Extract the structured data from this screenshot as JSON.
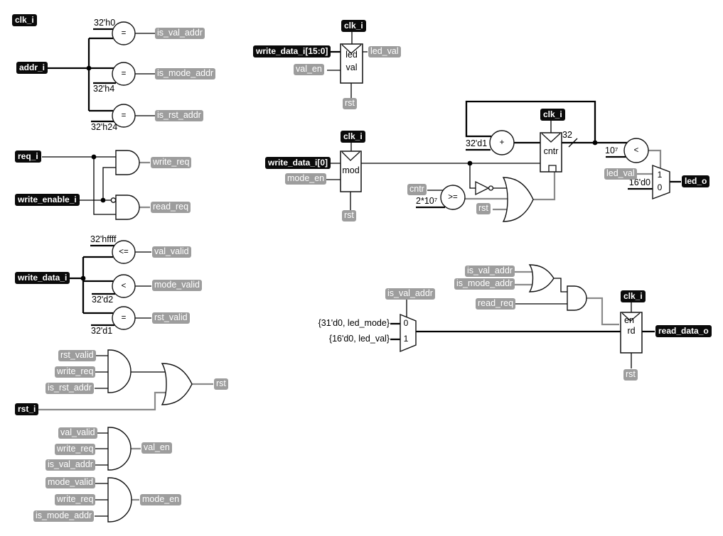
{
  "colors": {
    "background": "#ffffff",
    "port_bg": "#0a0a0a",
    "port_text": "#ffffff",
    "label_bg": "#9d9d9d",
    "label_text": "#ffffff",
    "wire_black": "#000000",
    "wire_gray": "#8a8a8a"
  },
  "addr_cluster": {
    "clk": "clk_i",
    "addr": "addr_i",
    "cmps": [
      {
        "op": "=",
        "const": "32'h0",
        "out": "is_val_addr"
      },
      {
        "op": "=",
        "const": "32'h4",
        "out": "is_mode_addr"
      },
      {
        "op": "=",
        "const": "32'h24",
        "out": "is_rst_addr"
      }
    ]
  },
  "req_cluster": {
    "req": "req_i",
    "we": "write_enable_i",
    "write_req": "write_req",
    "read_req": "read_req"
  },
  "wdata_cluster": {
    "wdata": "write_data_i",
    "cmps": [
      {
        "op": "<=",
        "const": "32'hffff",
        "out": "val_valid"
      },
      {
        "op": "<",
        "const": "32'd2",
        "out": "mode_valid"
      },
      {
        "op": "=",
        "const": "32'd1",
        "out": "rst_valid"
      }
    ]
  },
  "rst_cluster": {
    "ins": [
      "rst_valid",
      "write_req",
      "is_rst_addr"
    ],
    "rst_i": "rst_i",
    "out": "rst"
  },
  "val_en_cluster": {
    "ins": [
      "val_valid",
      "write_req",
      "is_val_addr"
    ],
    "out": "val_en"
  },
  "mode_en_cluster": {
    "ins": [
      "mode_valid",
      "write_req",
      "is_mode_addr"
    ],
    "out": "mode_en"
  },
  "led_val_reg": {
    "clk": "clk_i",
    "data": "write_data_i[15:0]",
    "en": "val_en",
    "line1": "led",
    "line2": "val",
    "out": "led_val",
    "rst": "rst"
  },
  "mod_reg": {
    "clk": "clk_i",
    "data": "write_data_i[0]",
    "en": "mode_en",
    "name": "mod",
    "rst": "rst"
  },
  "cntr_cluster": {
    "clk": "clk_i",
    "add_const": "32'd1",
    "add_op": "+",
    "reg": "cntr",
    "bus_width": "32",
    "cmp_in": "cntr",
    "cmp_const": "2*10⁷",
    "cmp_op": ">=",
    "rst": "rst"
  },
  "led_mux": {
    "cmp_const": "10⁷",
    "cmp_op": "<",
    "in1": "led_val",
    "in0": "16'd0",
    "one": "1",
    "zero": "0",
    "out": "led_o"
  },
  "read_cluster": {
    "or_ins": [
      "is_val_addr",
      "is_mode_addr"
    ],
    "read_req": "read_req",
    "sel": "is_val_addr",
    "in0": "{31'd0, led_mode}",
    "in1": "{16'd0, led_val}",
    "zero": "0",
    "one": "1",
    "clk": "clk_i",
    "en": "en",
    "reg": "rd",
    "out": "read_data_o",
    "rst": "rst"
  }
}
